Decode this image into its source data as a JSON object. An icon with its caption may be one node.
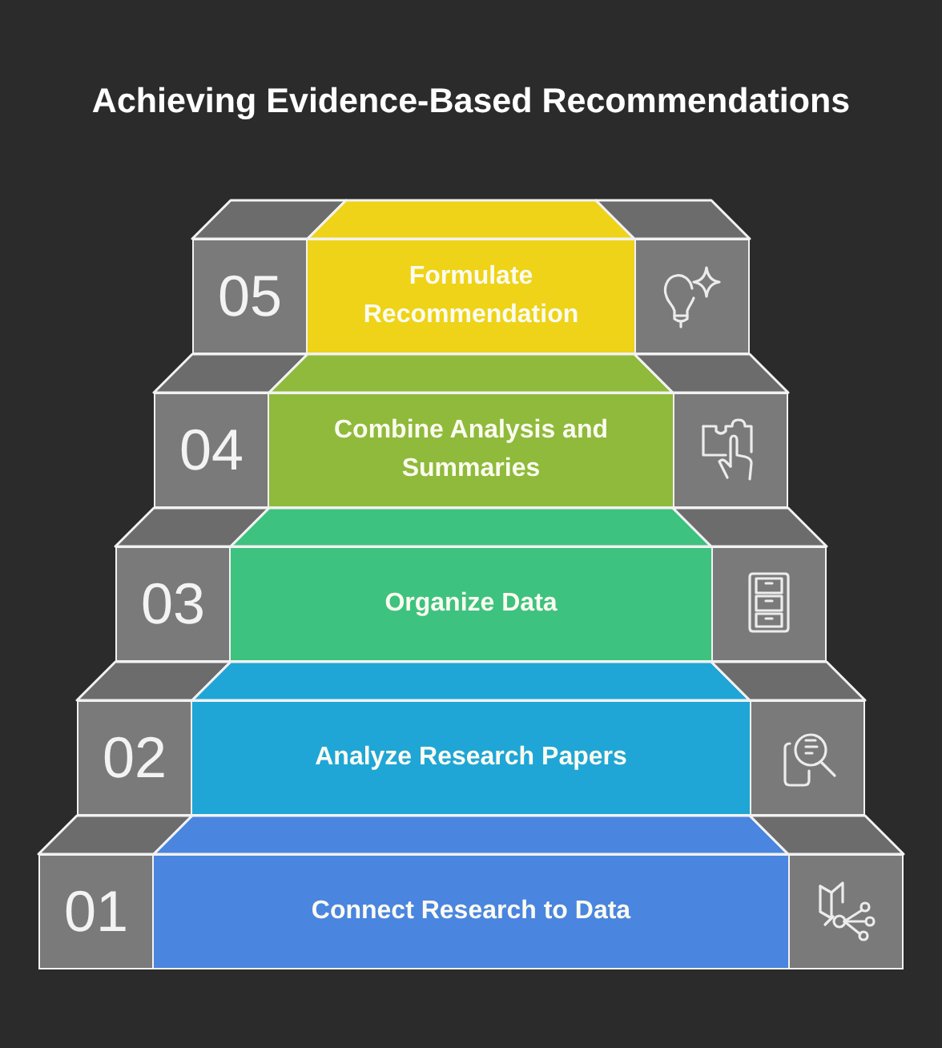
{
  "diagram": {
    "title": "Achieving Evidence-Based Recommendations",
    "nodes": [
      {
        "text": [
          "05"
        ]
      },
      {
        "text": [
          "Formulate Recommendation"
        ]
      },
      {
        "text": [],
        "shape": "box"
      },
      {
        "text": [
          "04"
        ]
      },
      {
        "text": [
          "Combine Analysis and Summaries"
        ]
      },
      {
        "text": [],
        "shape": "box"
      },
      {
        "text": [
          "03"
        ]
      },
      {
        "text": [
          "Organize Data"
        ]
      },
      {
        "text": [],
        "shape": "box"
      },
      {
        "text": [
          "02"
        ]
      },
      {
        "text": [
          "Analyze Research Papers"
        ]
      },
      {
        "text": [],
        "shape": "box"
      },
      {
        "text": [
          "01"
        ]
      },
      {
        "text": [
          "Connect Research to Data"
        ]
      },
      {
        "text": [],
        "shape": "box"
      }
    ]
  }
}
